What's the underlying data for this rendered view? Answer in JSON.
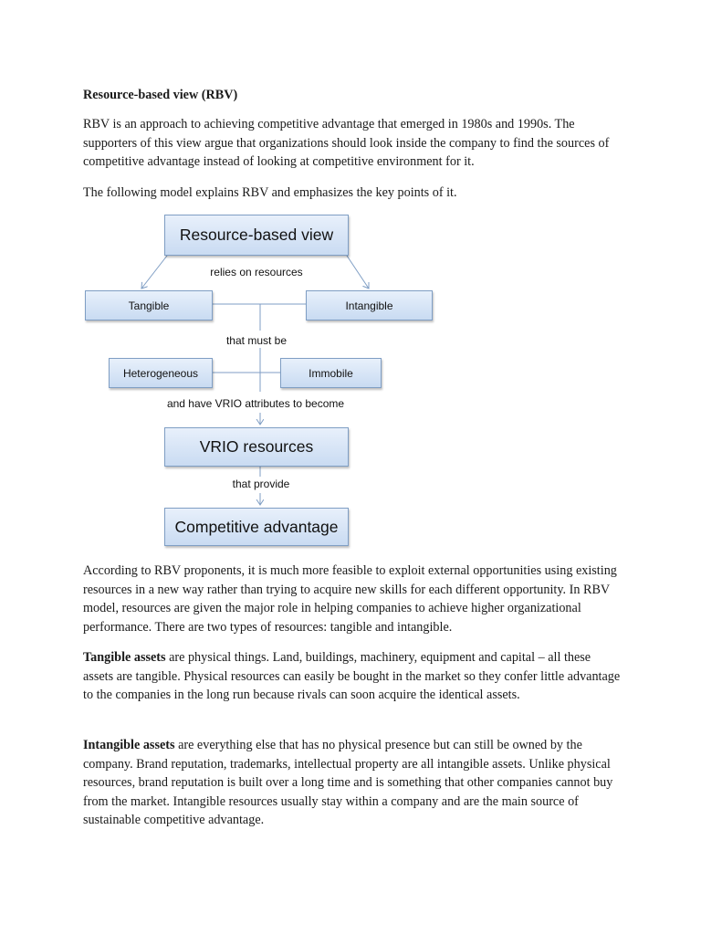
{
  "document": {
    "heading": "Resource-based view (RBV)",
    "intro_paragraph": "RBV is an approach to achieving competitive advantage that emerged in 1980s and 1990s. The supporters of this view argue that organizations should look inside the company to find the sources of competitive advantage instead of looking at competitive environment for it.",
    "model_intro": "The following model explains RBV and emphasizes the key points of it.",
    "proponents_paragraph": "According to RBV proponents, it is much more feasible to exploit external opportunities using existing resources in a new way rather than trying to acquire new skills for each different opportunity. In RBV model, resources are given the major role in helping companies to achieve higher organizational performance. There are two types of resources: tangible and intangible.",
    "tangible": {
      "term": "Tangible assets",
      "text": " are physical things. Land, buildings, machinery, equipment and capital – all these assets are tangible. Physical resources can easily be bought in the market so they confer little advantage to the companies in the long run because rivals can soon acquire the identical assets."
    },
    "intangible": {
      "term": "Intangible assets",
      "text": " are everything else that has no physical presence but can still be owned by the company. Brand reputation, trademarks, intellectual property are all intangible assets. Unlike physical resources, brand reputation is built over a long time and is something that other companies cannot buy from the market. Intangible resources usually stay within a company and are the main source of sustainable competitive advantage."
    }
  },
  "diagram": {
    "top_box": "Resource-based view",
    "relies_label": "relies on resources",
    "tangible_box": "Tangible",
    "intangible_box": "Intangible",
    "must_be_label": "that must be",
    "heterogeneous_box": "Heterogeneous",
    "immobile_box": "Immobile",
    "vrio_attr_label": "and have VRIO attributes to become",
    "vrio_box": "VRIO resources",
    "provide_label": "that provide",
    "advantage_box": "Competitive advantage"
  }
}
